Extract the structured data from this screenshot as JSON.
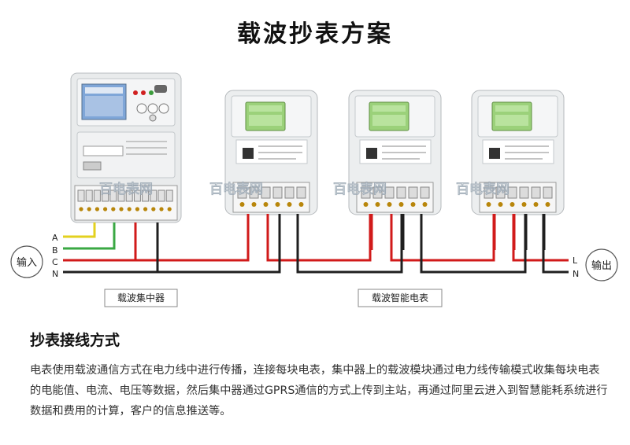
{
  "title": "载波抄表方案",
  "diagram": {
    "input_label": "输入",
    "output_label": "输出",
    "phase_labels": [
      "A",
      "B",
      "C",
      "N"
    ],
    "output_line_labels": [
      "L",
      "N"
    ],
    "concentrator_label": "载波集中器",
    "meter_label": "载波智能电表",
    "watermark_text": "百电表网",
    "wire_colors": {
      "phase_a": "#e3d11f",
      "phase_b": "#3aa843",
      "live": "#d11a1a",
      "neutral": "#1f1f1f"
    }
  },
  "section": {
    "title": "抄表接线方式",
    "description": "电表使用载波通信方式在电力线中进行传播，连接每块电表，集中器上的载波模块通过电力线传输模式收集每块电表的电能值、电流、电压等数据，然后集中器通过GPRS通信的方式上传到主站，再通过阿里云进入到智慧能耗系统进行数据和费用的计算，客户的信息推送等。"
  }
}
